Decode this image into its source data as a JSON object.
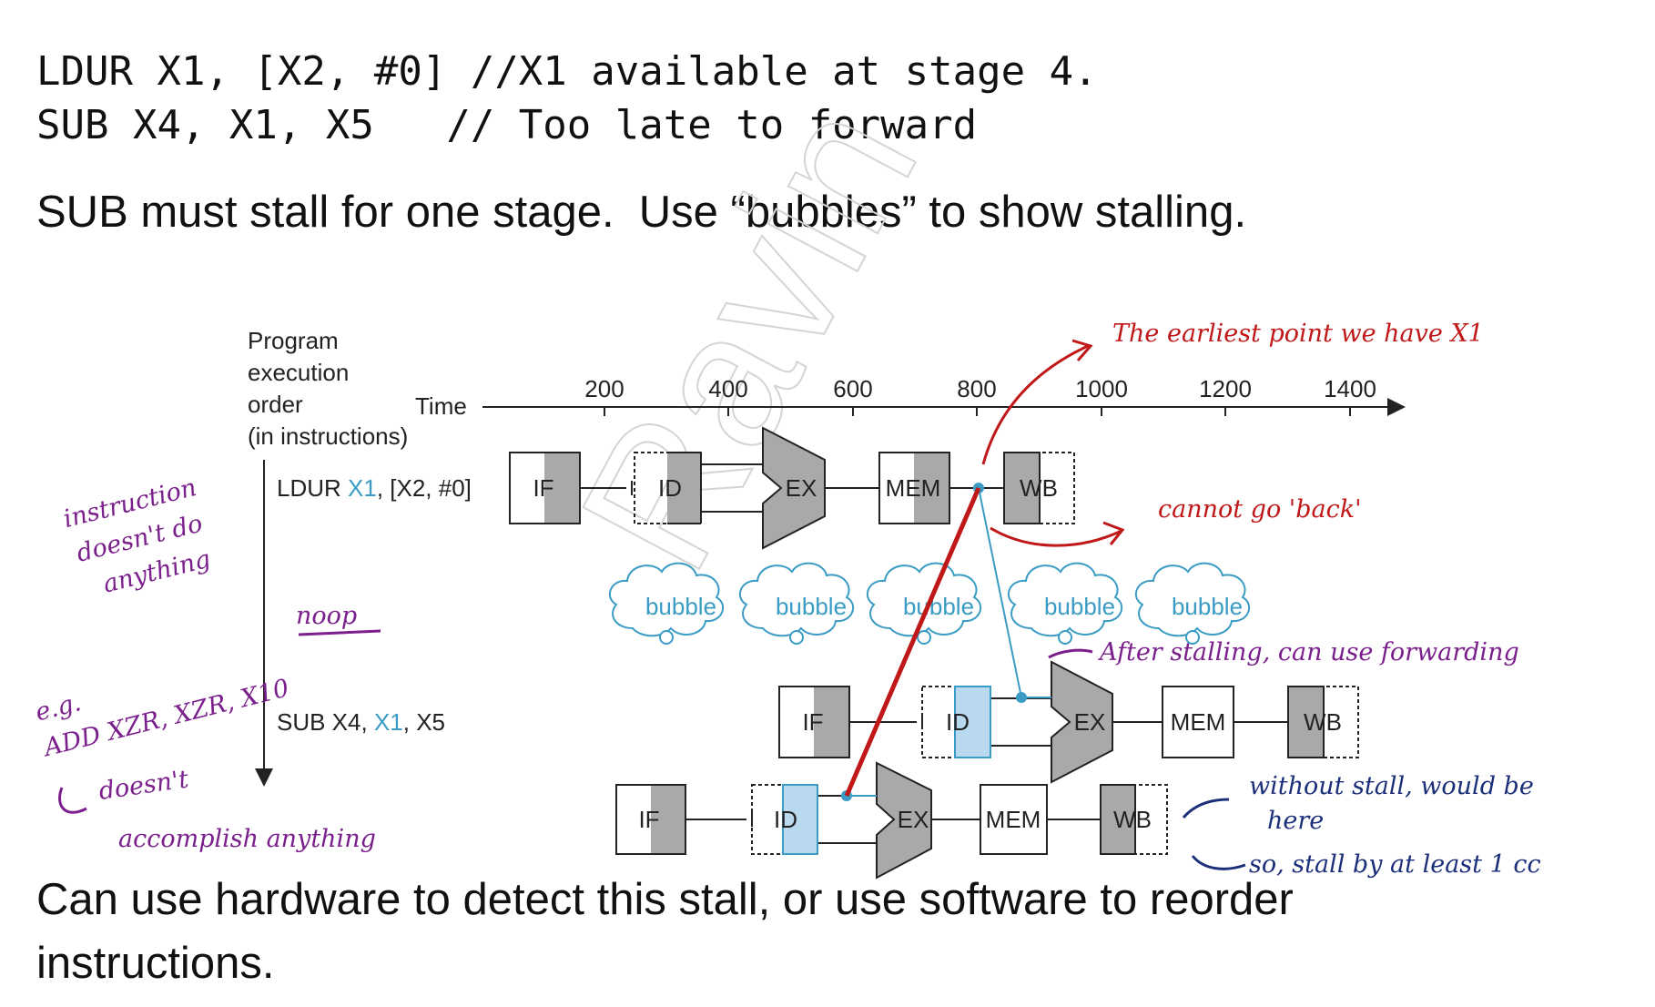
{
  "code": {
    "line1": "LDUR X1, [X2, #0] //X1 available at stage 4.",
    "line2": "SUB X4, X1, X5   // Too late to forward"
  },
  "prose": {
    "stall_sentence": "SUB must stall for one stage.  Use “bubbles” to show stalling.",
    "footer_line1": "Can use hardware to detect this stall, or use software to reorder",
    "footer_line2": "instructions."
  },
  "diagram": {
    "axis": {
      "order_label": [
        "Program",
        "execution",
        "order",
        "(in instructions)"
      ],
      "time_label": "Time",
      "ticks": [
        "200",
        "400",
        "600",
        "800",
        "1000",
        "1200",
        "1400"
      ]
    },
    "instructions": {
      "ldur": {
        "op": "LDUR ",
        "reg": "X1",
        "rest": ", [X2, #0]"
      },
      "sub": {
        "op": "SUB X4, ",
        "reg": "X1",
        "rest": ", X5"
      }
    },
    "stages": {
      "if": "IF",
      "id": "ID",
      "ex": "EX",
      "mem": "MEM",
      "wb": "WB"
    },
    "bubble_label": "bubble",
    "highlight_color": "#3a9cc4",
    "watermark": "Ravin"
  },
  "annotations": {
    "red": {
      "earliest": "The earliest point we have X1",
      "cannot": "cannot go 'back'",
      "color": "#c01818"
    },
    "purple": {
      "instr_line1": "instruction",
      "instr_line2": "doesn't do",
      "instr_line3": "anything",
      "noop": "noop",
      "eg_line1": "e.g.",
      "eg_line2": "ADD XZR, XZR, X10",
      "doesnt": "doesn't",
      "accomplish": "accomplish anything",
      "after_stalling": "After stalling, can use forwarding",
      "color": "#7a1f8c"
    },
    "blue": {
      "without_line1": "without stall, would be",
      "without_line2": "here",
      "so_stall": "so, stall by at least 1 cc",
      "color": "#1c2f7a"
    }
  }
}
